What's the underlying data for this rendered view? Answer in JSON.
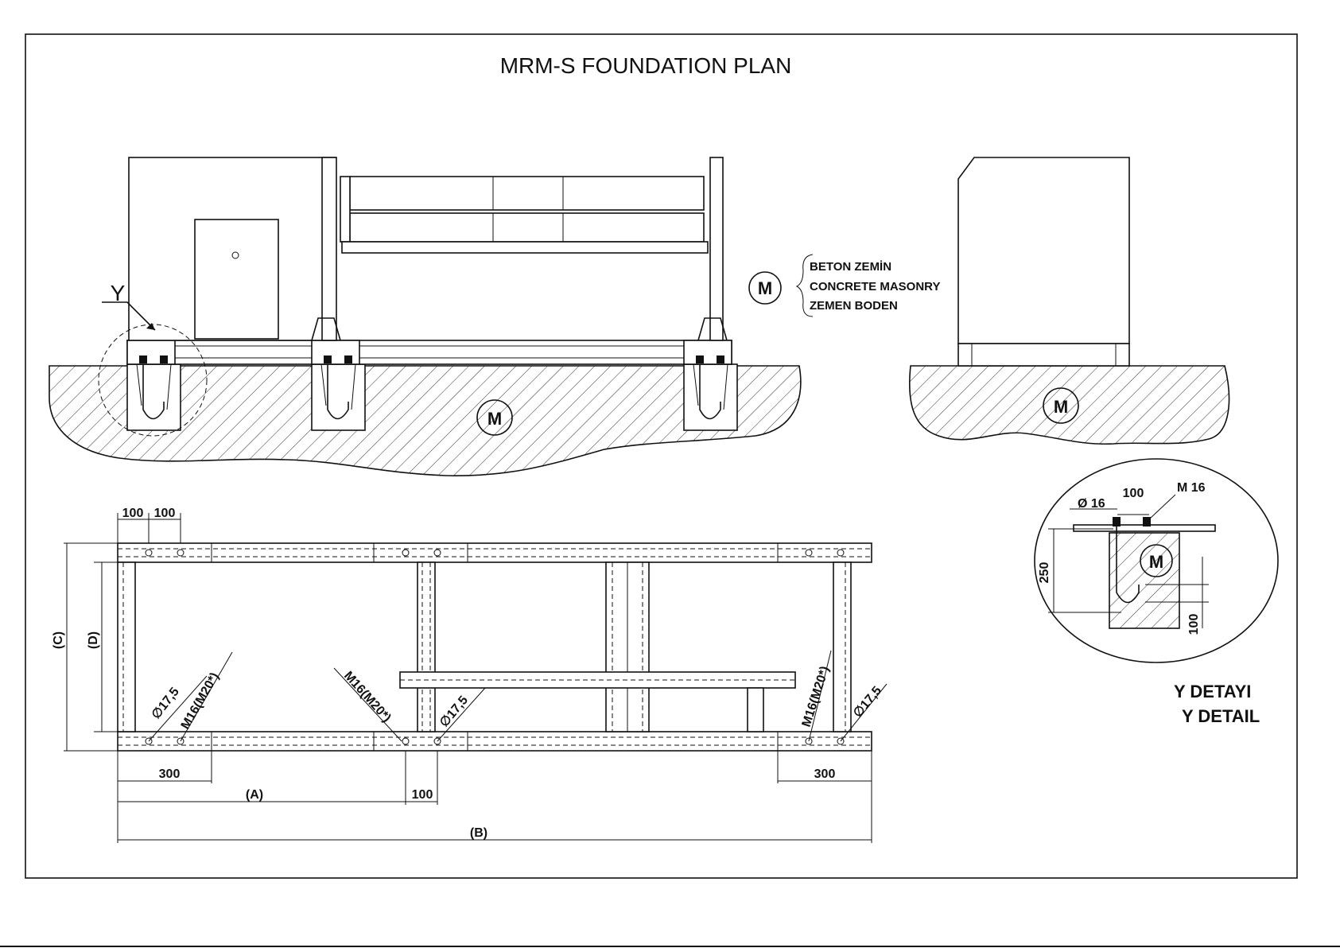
{
  "title": "MRM-S FOUNDATION PLAN",
  "marker": "M",
  "detail_marker": "Y",
  "legend": {
    "symbol": "M",
    "lines": [
      "BETON ZEMİN",
      "CONCRETE MASONRY",
      "ZEMEN BODEN"
    ]
  },
  "detail": {
    "title_tr": "Y DETAYI",
    "title_en": "Y DETAIL",
    "dim_bar": "Ø 16",
    "dim_spacing": "100",
    "dim_bolt": "M 16",
    "dim_depth": "250",
    "dim_hook": "100"
  },
  "plan": {
    "dim_top_1": "100",
    "dim_top_2": "100",
    "dim_c": "(C)",
    "dim_d": "(D)",
    "dim_300_left": "300",
    "dim_300_right": "300",
    "dim_a": "(A)",
    "dim_100": "100",
    "dim_b": "(B)",
    "hole_label": "∅17,5",
    "bolt_label": "M16(M20*)"
  }
}
